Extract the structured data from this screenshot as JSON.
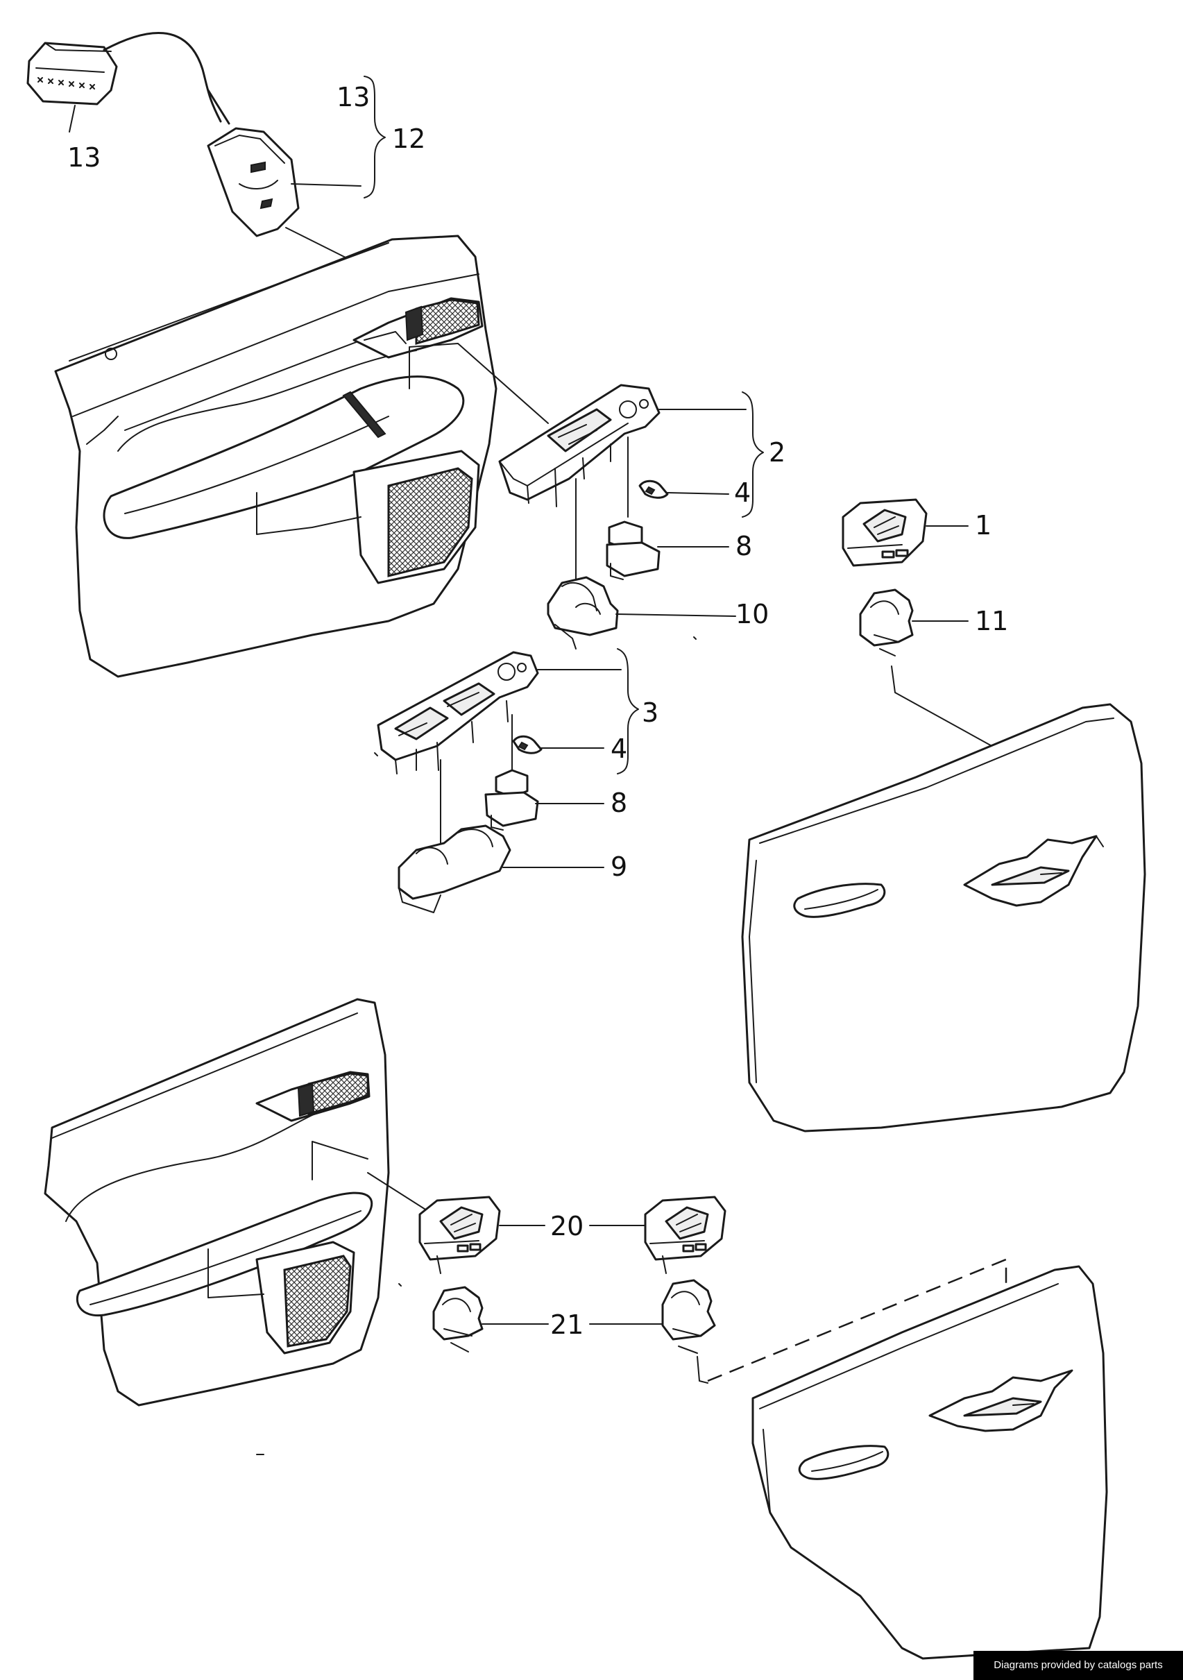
{
  "callouts": {
    "c1": "1",
    "c2": "2",
    "c3": "3",
    "c4a": "4",
    "c4b": "4",
    "c8a": "8",
    "c8b": "8",
    "c9": "9",
    "c10": "10",
    "c11": "11",
    "c12": "12",
    "c13a": "13",
    "c13b": "13",
    "c20": "20",
    "c21": "21"
  },
  "footer": {
    "credit": "Diagrams provided by catalogs parts"
  }
}
